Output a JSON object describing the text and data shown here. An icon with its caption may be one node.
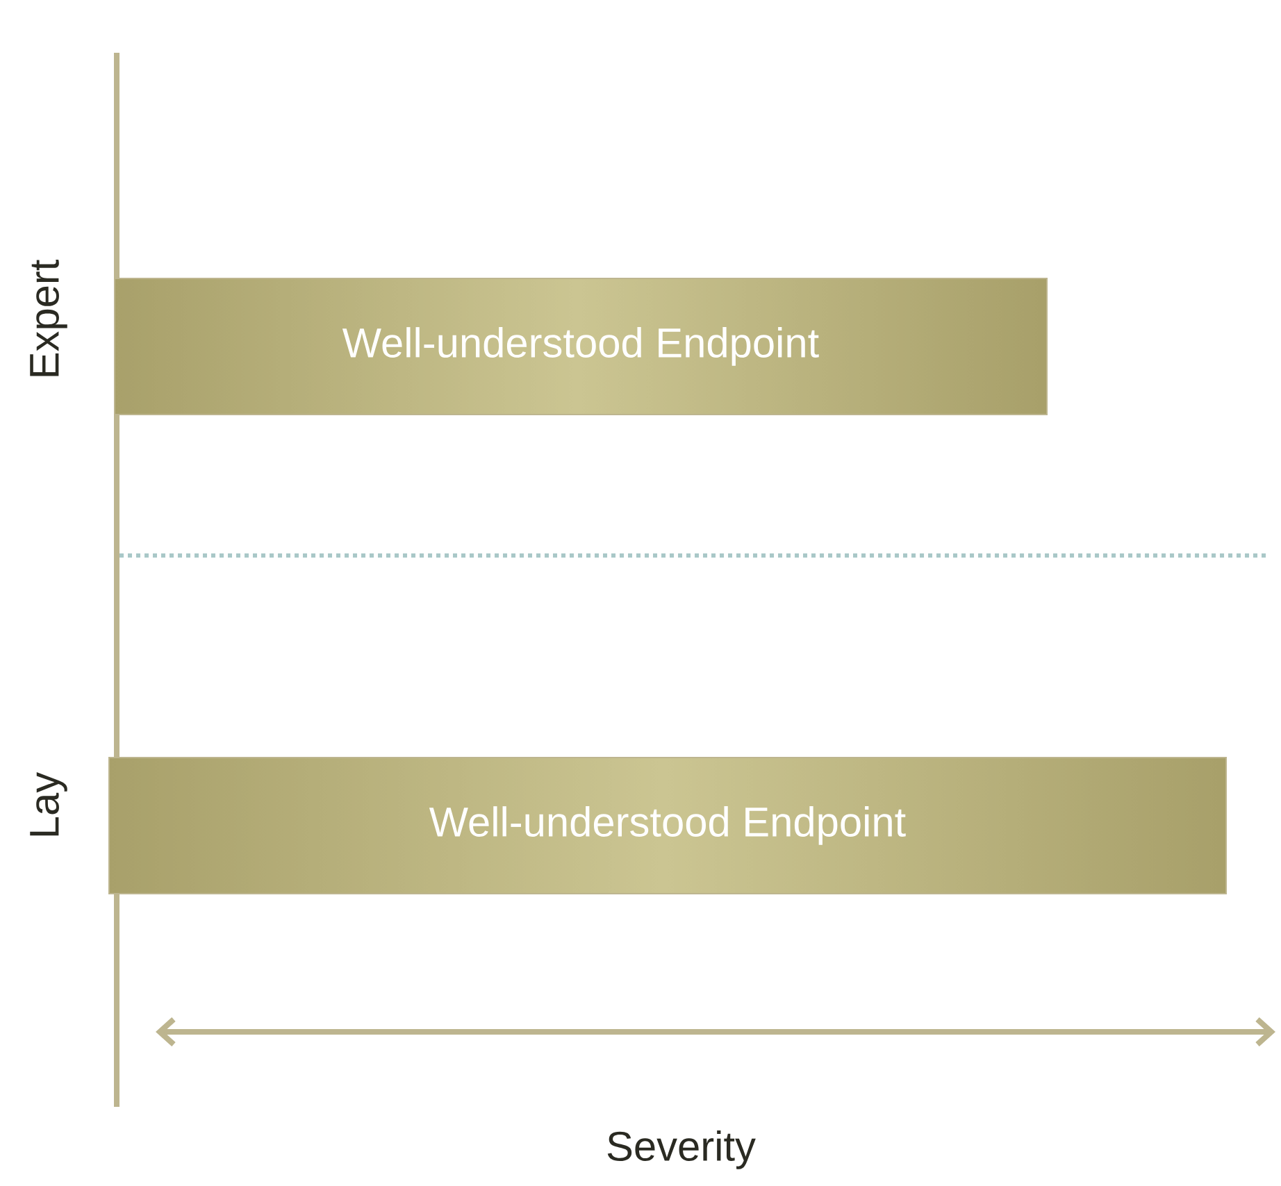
{
  "diagram": {
    "nodes": [
      {
        "text": [
          "Well-understood Endpoint"
        ]
      },
      {
        "text": [
          "Well-understood Endpoint"
        ]
      }
    ],
    "labels": [
      "Expert",
      "Lay",
      "Severity"
    ]
  }
}
